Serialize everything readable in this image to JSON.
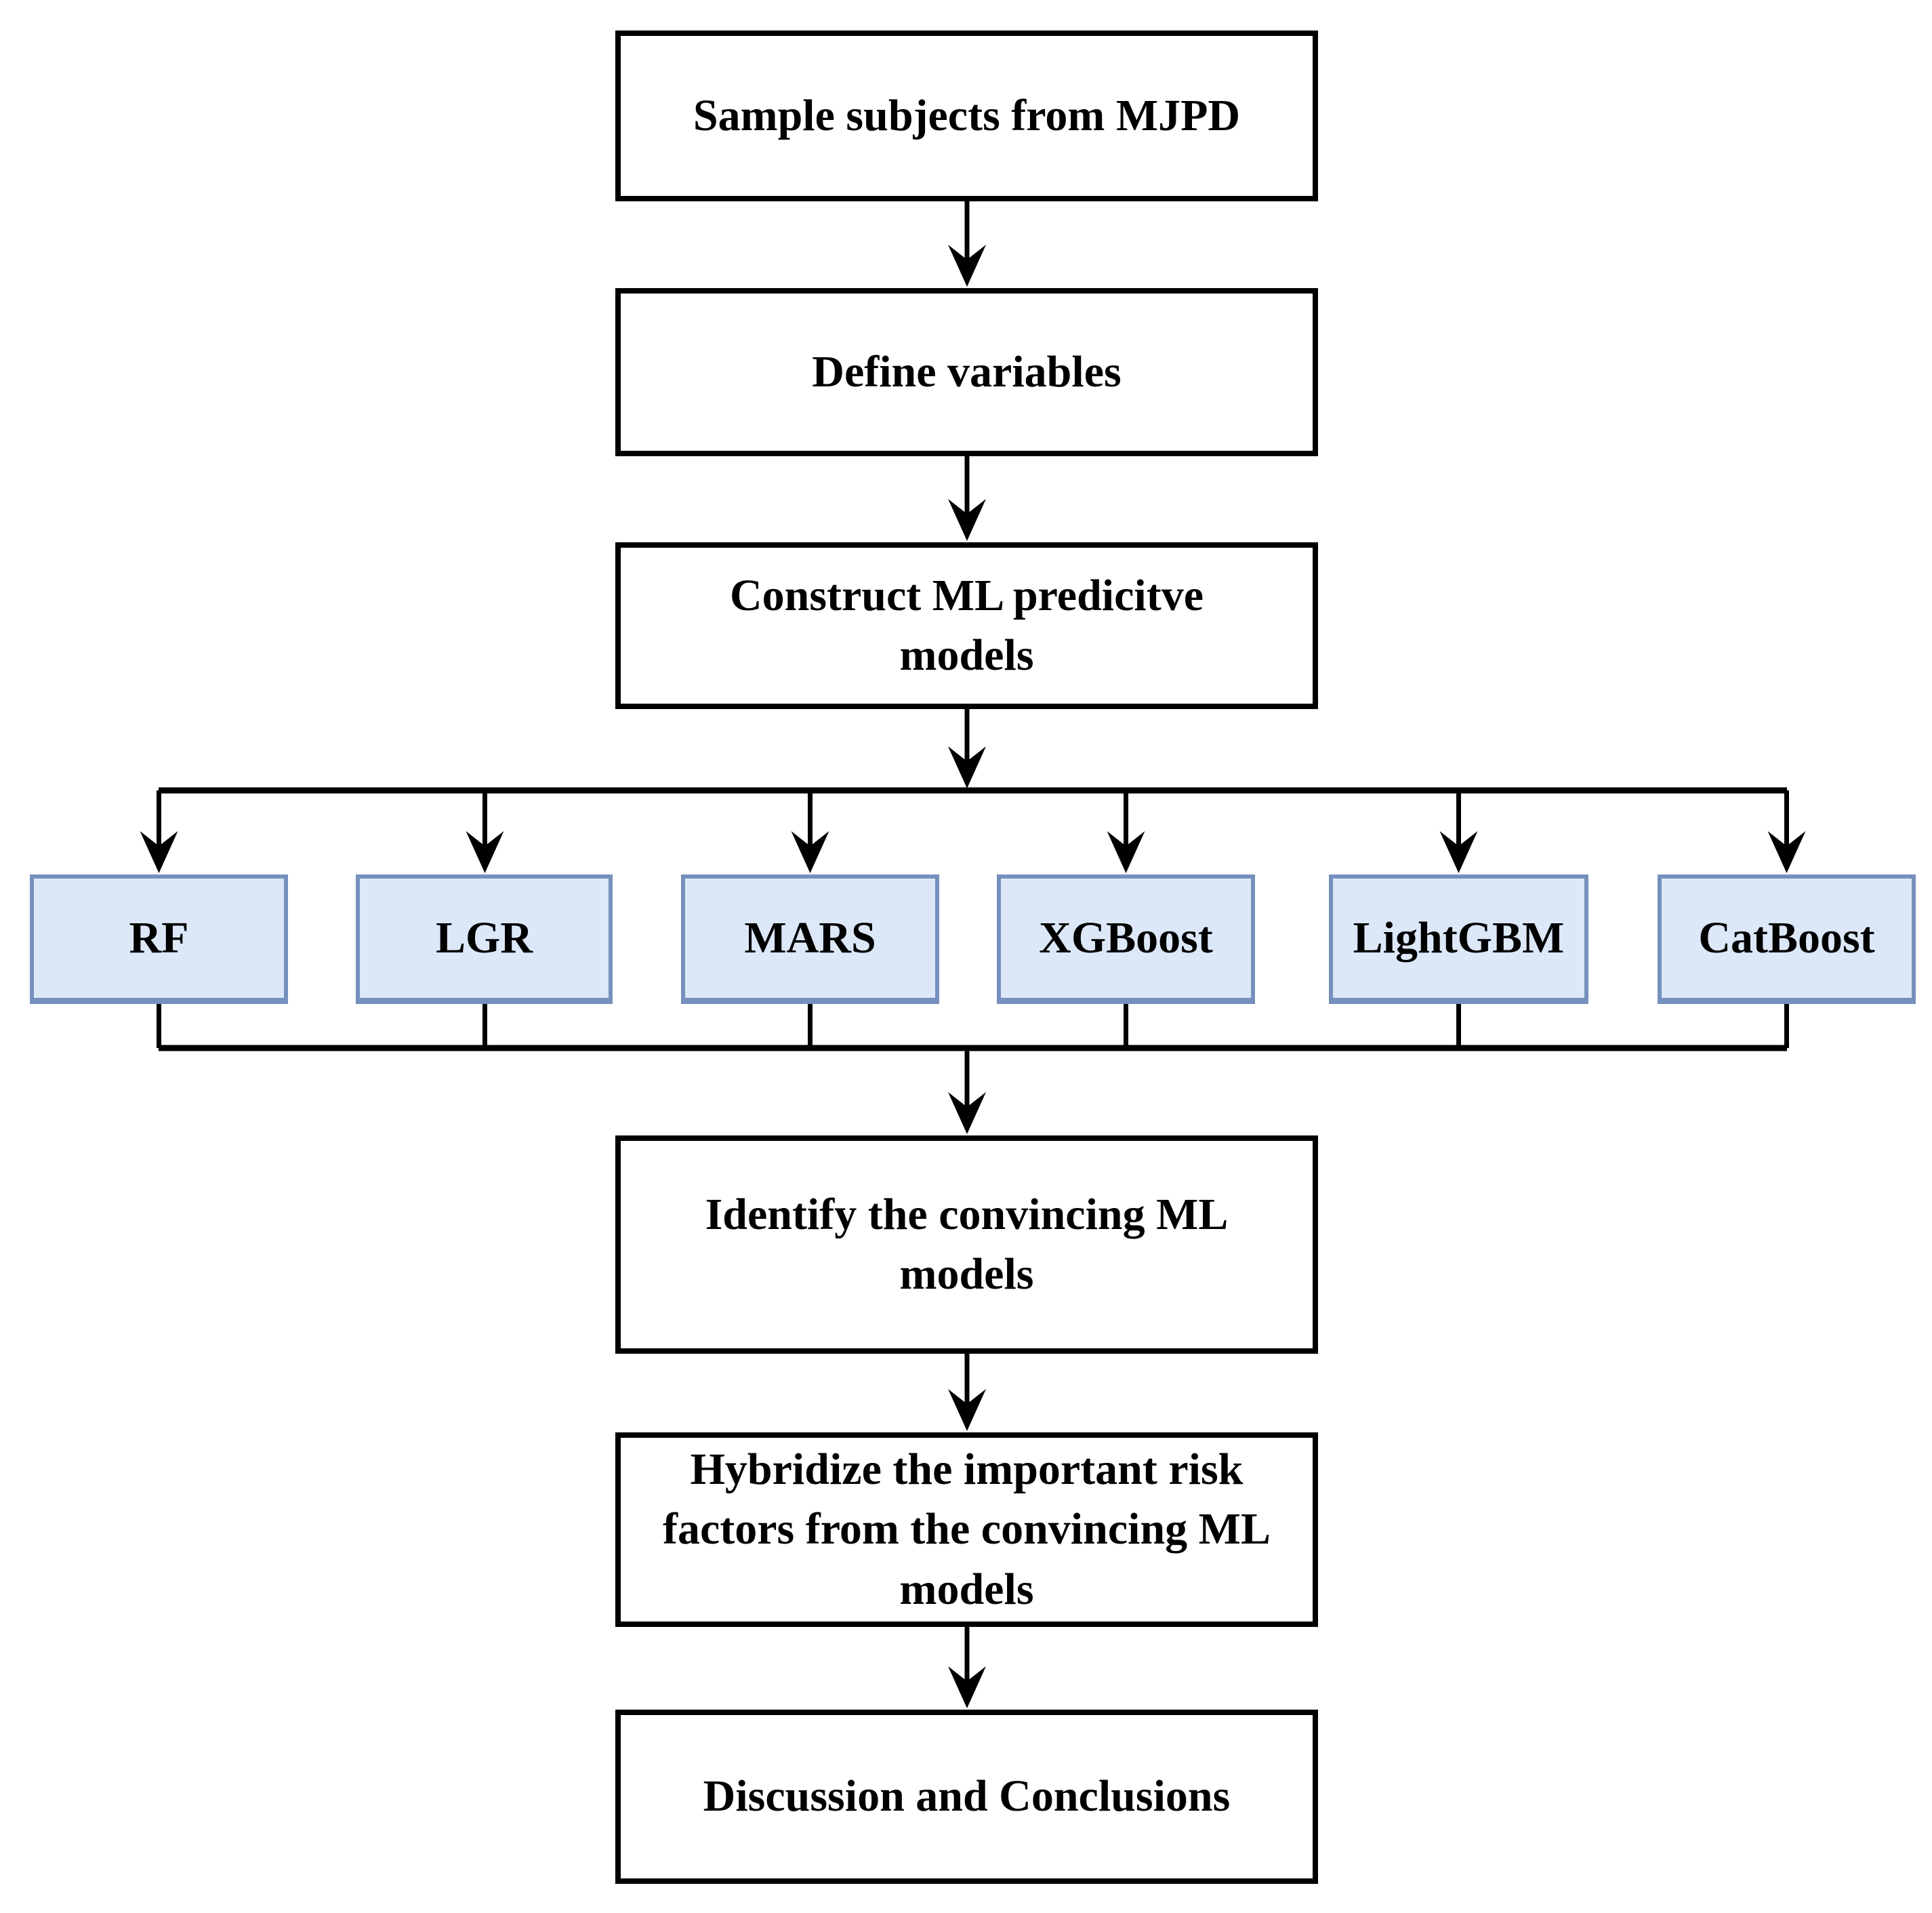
{
  "diagram": {
    "type": "flowchart",
    "flow_boxes": [
      {
        "id": "sample-subjects",
        "label": "Sample subjects from MJPD"
      },
      {
        "id": "define-variables",
        "label": "Define variables"
      },
      {
        "id": "construct-models",
        "label": "Construct ML predicitve\nmodels"
      },
      {
        "id": "identify-models",
        "label": "Identify the convincing ML\nmodels"
      },
      {
        "id": "hybridize-factors",
        "label": "Hybridize the important risk\nfactors from the convincing ML\nmodels"
      },
      {
        "id": "discussion",
        "label": "Discussion and Conclusions"
      }
    ],
    "model_boxes": [
      {
        "id": "rf",
        "label": "RF"
      },
      {
        "id": "lgr",
        "label": "LGR"
      },
      {
        "id": "mars",
        "label": "MARS"
      },
      {
        "id": "xgboost",
        "label": "XGBoost"
      },
      {
        "id": "lightgbm",
        "label": "LightGBM"
      },
      {
        "id": "catboost",
        "label": "CatBoost"
      }
    ],
    "colors": {
      "background": "#ffffff",
      "flow_box_fill": "#ffffff",
      "flow_box_border": "#000000",
      "model_box_fill": "#dce8f8",
      "model_box_border": "#7590bc",
      "connector": "#000000",
      "text": "#000000"
    }
  }
}
